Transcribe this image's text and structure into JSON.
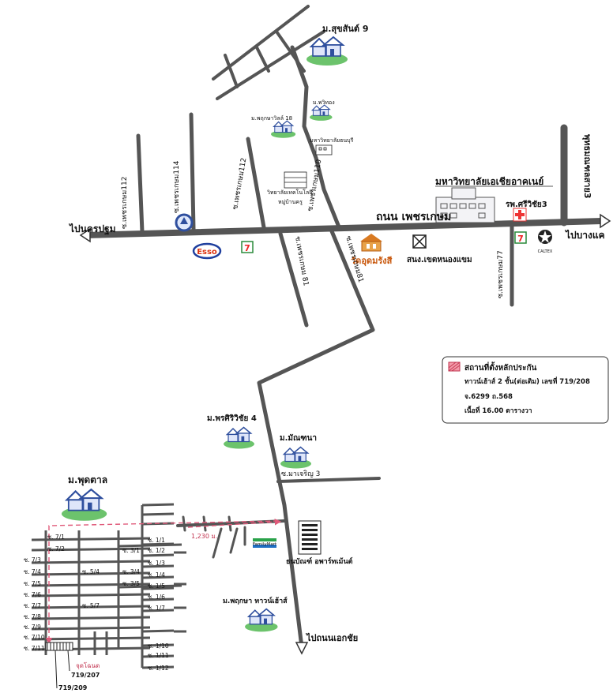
{
  "main_road": {
    "label": "ถนน เพชรเกษม",
    "to_west": "ไปนครปฐม",
    "to_east": "ไปบางแค"
  },
  "places": {
    "suksan9": "ม.สุขสันต์ 9",
    "pruksa18": "ม.พฤกษาวิลล์ 18",
    "mphithong": "ม.พวิทอง",
    "mahawitthayalai_thonburi": "มหาวิทยาลัยธนบุรี",
    "tech_college": "วิทยาลัยเทคโนโลยี",
    "muban_khru": "หมู่บ้านครู",
    "sea_university": "มหาวิทยาลัยเอเชียอาคเนย์",
    "hospital": "รพ.ศรีวิชัย3",
    "wat": "วัดอุดมรังสี",
    "district_office": "สนง.เขตหนองแขม",
    "phonsiriwichai4": "ม.พรศิริวิชัย 4",
    "manthana": "ม.มัณฑนา",
    "pudtan": "ม.พุดตาล",
    "pruksa_townhouse": "ม.พฤกษา ทาวน์เฮ้าส์",
    "condo": "ธนบัณฑ์ อพาร์ทเม้นต์",
    "to_ekkachai": "ไปถนนเอกชัย"
  },
  "brands": {
    "esso": "Esso",
    "caltex": "CALTEX",
    "seven": "7",
    "familymart": "FamilyMart"
  },
  "sois": {
    "s112": "ซ.เพชรเกษม112",
    "s114": "ซ.เพชรเกษม114",
    "s112b": "ซ.เพชรเกษม112",
    "s110": "ซ.เพชรเกษม110",
    "s81": "ซ.เพชรเกษม 81",
    "s81b": "ซ.เพชรเกษม81",
    "s77": "ซ.เพชรเกษม77",
    "phuttha3": "พุทธมณฑลสาย3",
    "macharoen3": "ซ.มาเจริญ 3"
  },
  "distance": "1,230 ม.",
  "side_sois": [
    "ซ. 7/1",
    "ซ. 7/2",
    "ซ. 7/3",
    "ซ. 7/4",
    "ซ. 7/5",
    "ซ. 7/6",
    "ซ. 7/7",
    "ซ. 7/8",
    "ซ. 7/9",
    "ซ. 7/10",
    "ซ. 7/11"
  ],
  "inner_sois": [
    "ซ. 5/4",
    "ซ. 5/7",
    "ซ. 3/1",
    "ซ. 3/4",
    "ซ. 3/5"
  ],
  "right_sois": [
    "ซ. 1/1",
    "ซ. 1/2",
    "ซ. 1/3",
    "ซ. 1/4",
    "ซ. 1/5",
    "ซ. 1/6",
    "ซ. 1/7",
    "ซ. 1/10",
    "ซ. 1/11",
    "ซ. 1/12"
  ],
  "property": {
    "marker": "จุดโฉนด",
    "unit1": "719/207",
    "unit2": "719/209"
  },
  "legend": {
    "title": "สถานที่ตั้งหลักประกัน",
    "line1": "ทาวน์เฮ้าส์ 2 ชั้น(ต่อเติม) เลขที่ 719/208",
    "line2": "จ.6299 ถ.568",
    "line3": "เนื้อที่ 16.00 ตารางวา"
  },
  "colors": {
    "road": "#555555",
    "marker": "#e05a7a",
    "grass": "#6cc36c",
    "house": "#2f4f9e",
    "legend_fill": "#f29aa8"
  }
}
